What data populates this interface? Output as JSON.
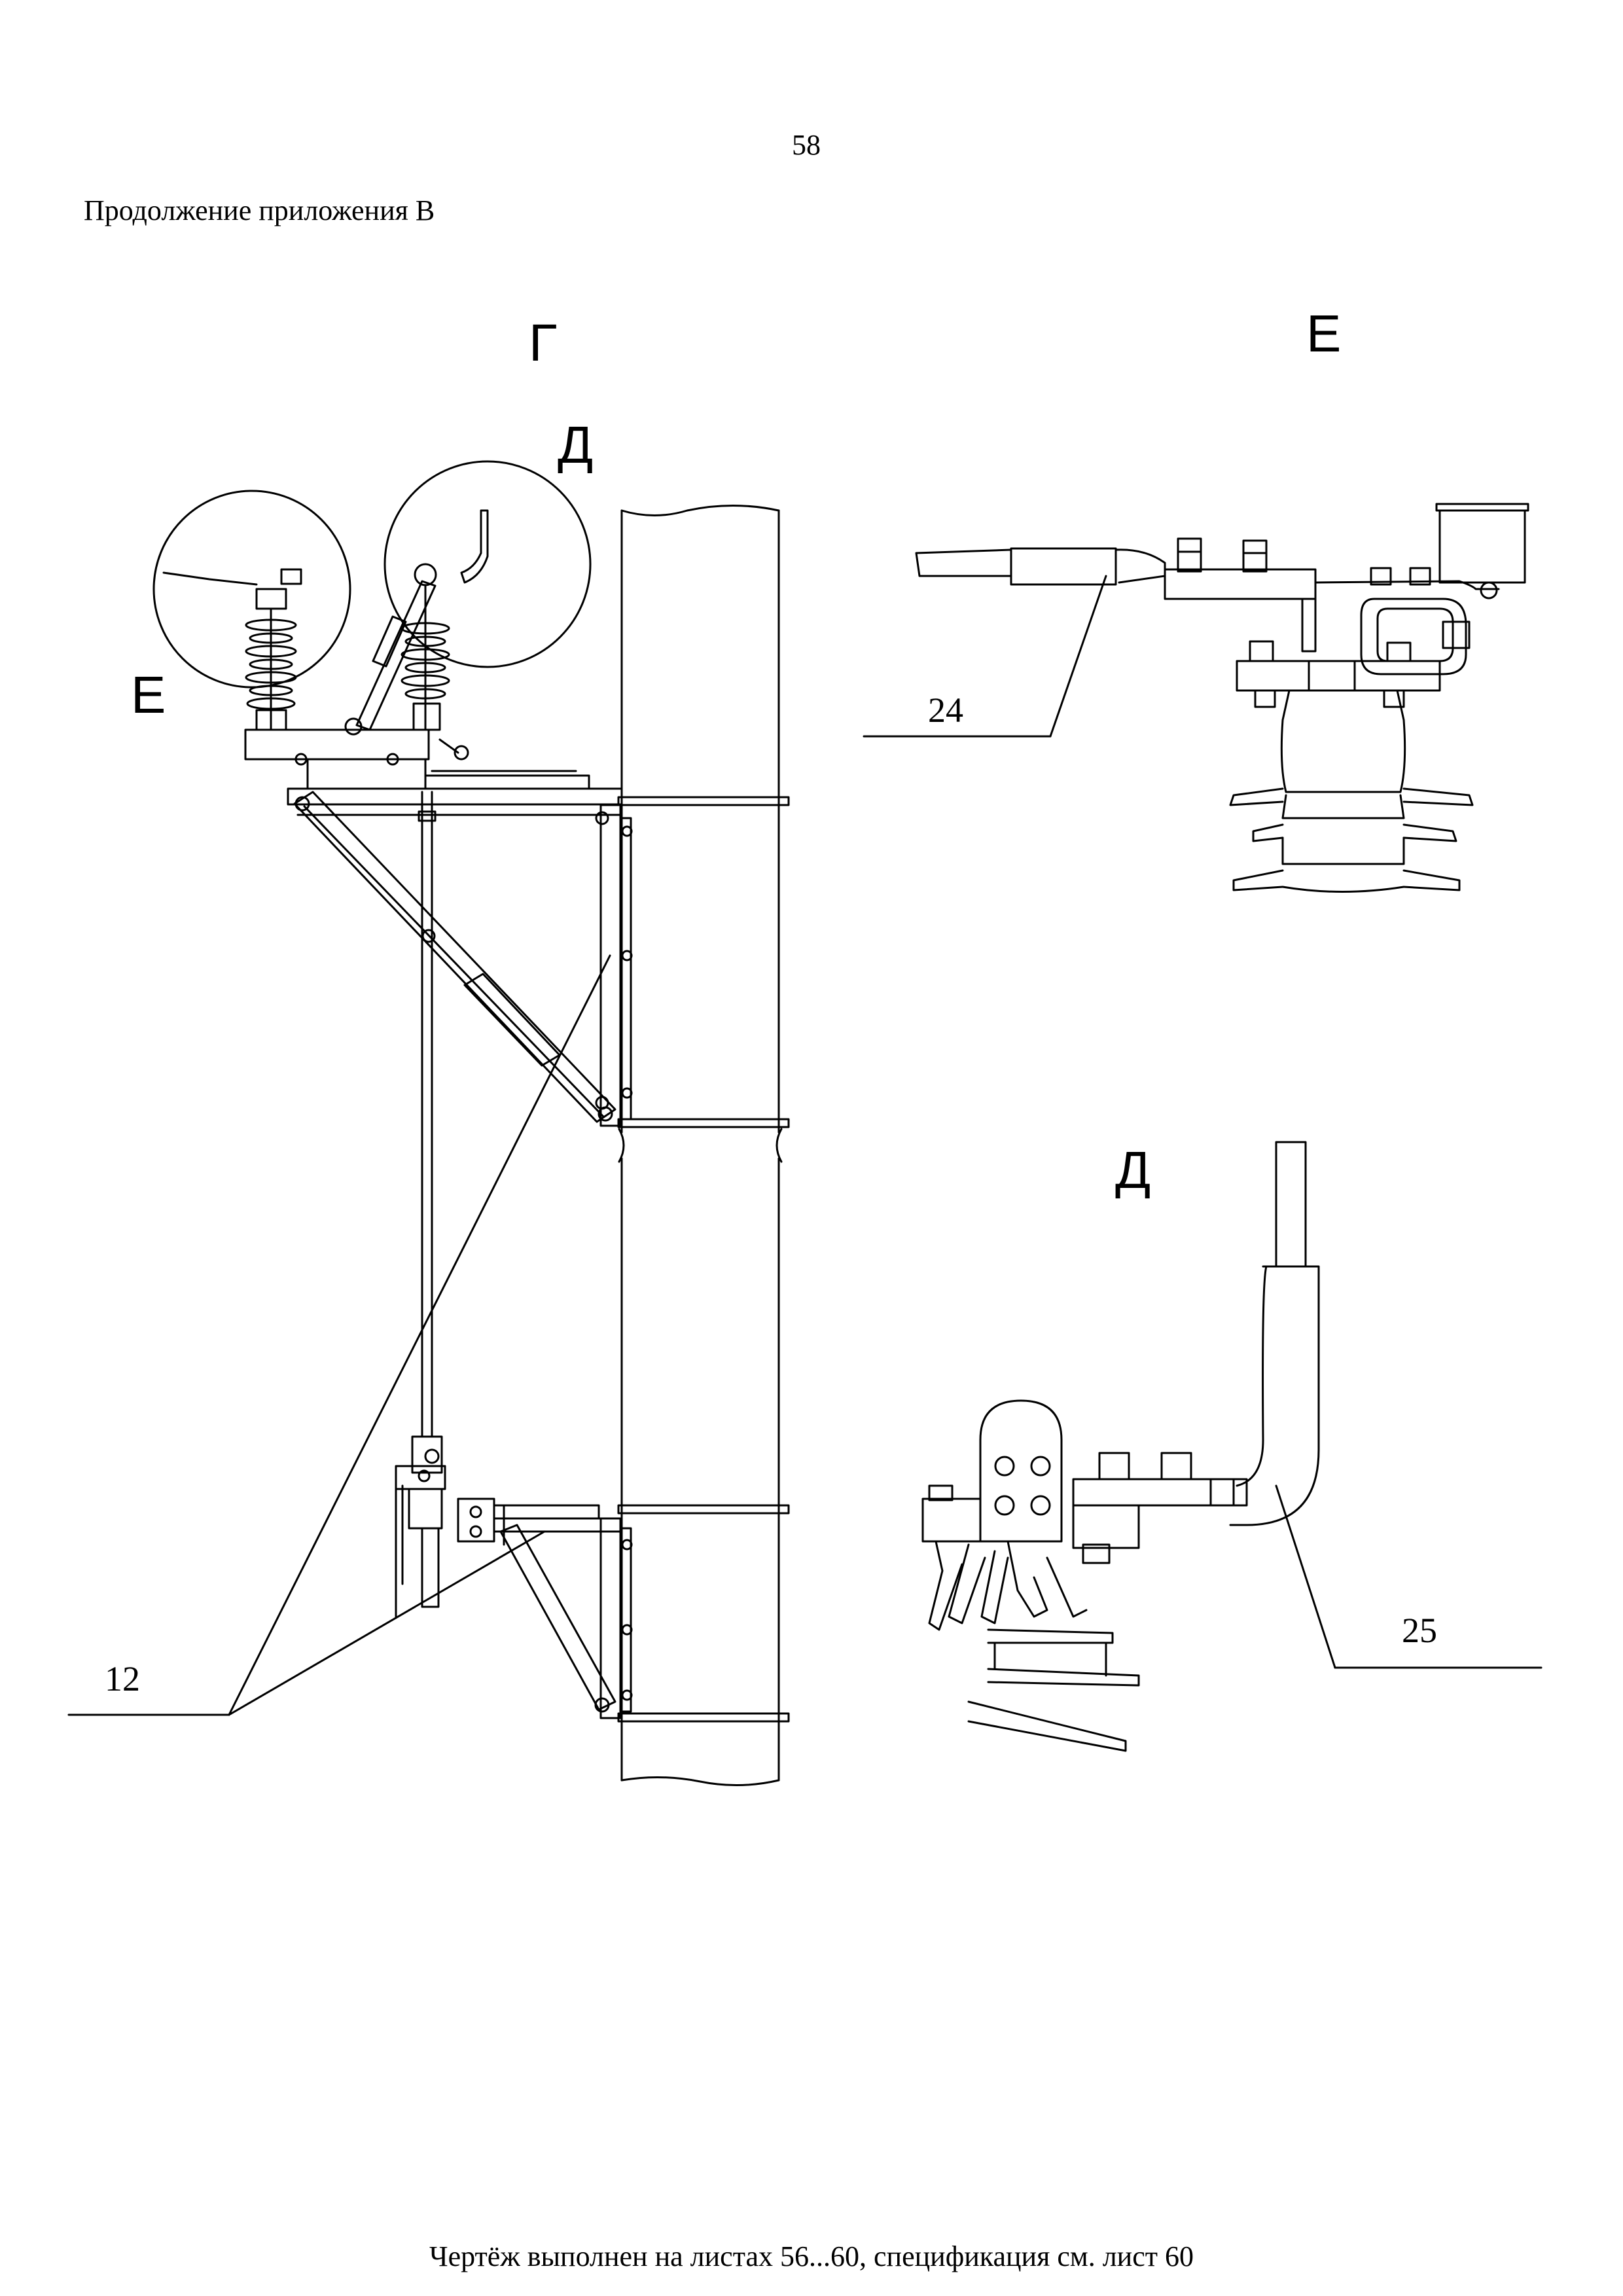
{
  "page": {
    "number": "58",
    "continuation": "Продолжение приложения В",
    "footer": "Чертёж выполнен на листах 56...60, спецификация см. лист 60"
  },
  "views": {
    "main": "Г",
    "detail_e_callout": "Е",
    "detail_d_callout": "Д",
    "detail_e_title": "Е",
    "detail_d_title": "Д"
  },
  "positions": {
    "left_callout": "12",
    "detail_e_callout": "24",
    "detail_d_callout": "25"
  }
}
